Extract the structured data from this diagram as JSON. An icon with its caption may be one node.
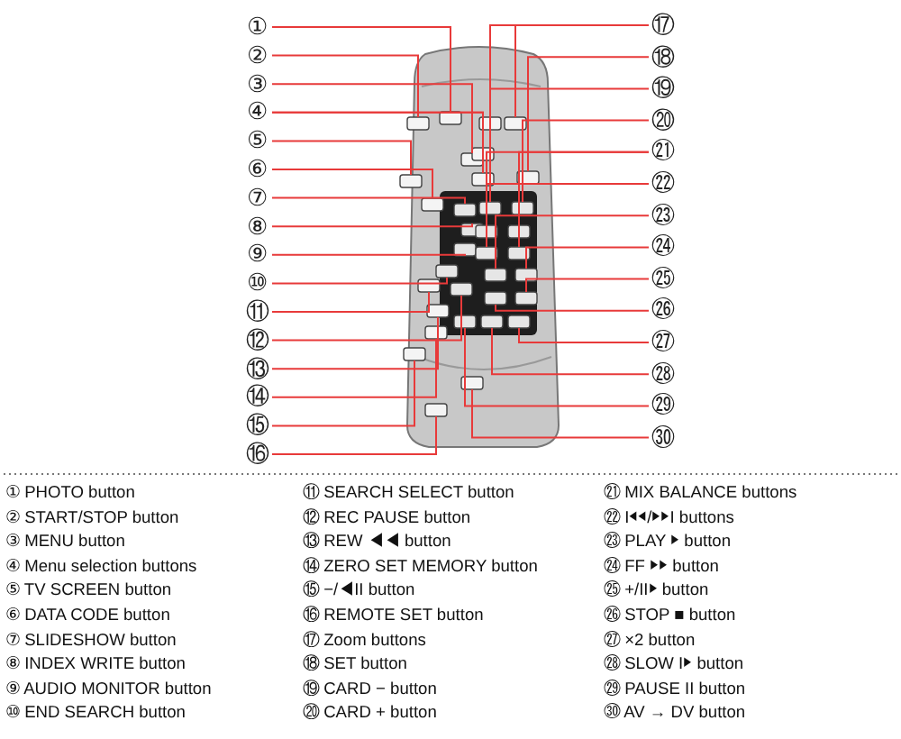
{
  "diagram": {
    "nodes": [
      {
        "text": [
          "①"
        ]
      },
      {
        "text": [
          "②"
        ]
      },
      {
        "text": [
          "③"
        ]
      },
      {
        "text": [
          "④"
        ]
      },
      {
        "text": [
          "⑤"
        ]
      },
      {
        "text": [
          "⑥"
        ]
      },
      {
        "text": [
          "⑦"
        ]
      },
      {
        "text": [
          "⑧"
        ]
      },
      {
        "text": [
          "⑨"
        ]
      },
      {
        "text": [
          "⑩"
        ]
      },
      {
        "text": [
          "⑪"
        ]
      },
      {
        "text": [
          "⑫"
        ]
      },
      {
        "text": [
          "⑬"
        ]
      },
      {
        "text": [
          "⑭"
        ]
      },
      {
        "text": [
          "⑮"
        ]
      },
      {
        "text": [
          "⑯"
        ]
      },
      {
        "text": [
          "⑰"
        ]
      },
      {
        "text": [
          "⑱"
        ]
      },
      {
        "text": [
          "⑲"
        ]
      },
      {
        "text": [
          "⑳"
        ]
      },
      {
        "text": [
          "㉑"
        ]
      },
      {
        "text": [
          "㉒"
        ]
      },
      {
        "text": [
          "㉓"
        ]
      },
      {
        "text": [
          "㉔"
        ]
      },
      {
        "text": [
          "㉕"
        ]
      },
      {
        "text": [
          "㉖"
        ]
      },
      {
        "text": [
          "㉗"
        ]
      },
      {
        "text": [
          "㉘"
        ]
      },
      {
        "text": [
          "㉙"
        ]
      },
      {
        "text": [
          "㉚"
        ]
      }
    ],
    "edges": [
      {
        "from": 0,
        "to": null,
        "arrow": "none"
      },
      {
        "from": 1,
        "to": null,
        "arrow": "none"
      },
      {
        "from": 2,
        "to": null,
        "arrow": "none"
      },
      {
        "from": 3,
        "to": null,
        "arrow": "none"
      },
      {
        "from": 3,
        "to": null,
        "arrow": "none"
      },
      {
        "from": 4,
        "to": null,
        "arrow": "none"
      },
      {
        "from": 5,
        "to": null,
        "arrow": "none"
      },
      {
        "from": 6,
        "to": null,
        "arrow": "none"
      },
      {
        "from": 7,
        "to": null,
        "arrow": "none"
      },
      {
        "from": 8,
        "to": null,
        "arrow": "none"
      },
      {
        "from": 9,
        "to": null,
        "arrow": "none"
      },
      {
        "from": 10,
        "to": null,
        "arrow": "none"
      },
      {
        "from": 11,
        "to": null,
        "arrow": "none"
      },
      {
        "from": 12,
        "to": null,
        "arrow": "none"
      },
      {
        "from": 13,
        "to": null,
        "arrow": "none"
      },
      {
        "from": 14,
        "to": null,
        "arrow": "none"
      },
      {
        "from": 15,
        "to": null,
        "arrow": "none"
      },
      {
        "from": 16,
        "to": null,
        "arrow": "none"
      },
      {
        "from": 16,
        "to": null,
        "arrow": "none"
      },
      {
        "from": 17,
        "to": null,
        "arrow": "none"
      },
      {
        "from": 18,
        "to": null,
        "arrow": "none"
      },
      {
        "from": 19,
        "to": null,
        "arrow": "none"
      },
      {
        "from": 20,
        "to": null,
        "arrow": "none"
      },
      {
        "from": 20,
        "to": null,
        "arrow": "none"
      },
      {
        "from": 21,
        "to": null,
        "arrow": "none"
      },
      {
        "from": 21,
        "to": null,
        "arrow": "none"
      },
      {
        "from": 22,
        "to": null,
        "arrow": "none"
      },
      {
        "from": 23,
        "to": null,
        "arrow": "none"
      },
      {
        "from": 24,
        "to": null,
        "arrow": "none"
      },
      {
        "from": 25,
        "to": null,
        "arrow": "none"
      },
      {
        "from": 26,
        "to": null,
        "arrow": "none"
      },
      {
        "from": 27,
        "to": null,
        "arrow": "none"
      },
      {
        "from": 28,
        "to": null,
        "arrow": "none"
      },
      {
        "from": 29,
        "to": null,
        "arrow": "none"
      }
    ],
    "labels": [
      "① PHOTO button",
      "② START/STOP button",
      "③ MENU button",
      "④ Menu selection buttons",
      "⑤ TV SCREEN button",
      "⑥ DATA CODE button",
      "⑦ SLIDESHOW button",
      "⑧ INDEX WRITE button",
      "⑨ AUDIO MONITOR button",
      "⑩ END SEARCH button",
      "⑪ SEARCH SELECT button",
      "⑫ REC PAUSE button",
      "⑬ REW ◀◀ button",
      "⑭ ZERO SET MEMORY button",
      "⑮ −/◀II button",
      "⑯ REMOTE SET button",
      "⑰ Zoom buttons",
      "⑱ SET button",
      "⑲ CARD − button",
      "⑳ CARD + button",
      "㉑ MIX BALANCE buttons",
      "㉒ I◀◀/▶▶I buttons",
      "㉓ PLAY ▶ button",
      "㉔ FF ▶▶ button",
      "㉕ +/II▶ button",
      "㉖ STOP ■ button",
      "㉗ ×2 button",
      "㉘ SLOW I▶ button",
      "㉙ PAUSE II button",
      "㉚ AV → DV button"
    ]
  }
}
